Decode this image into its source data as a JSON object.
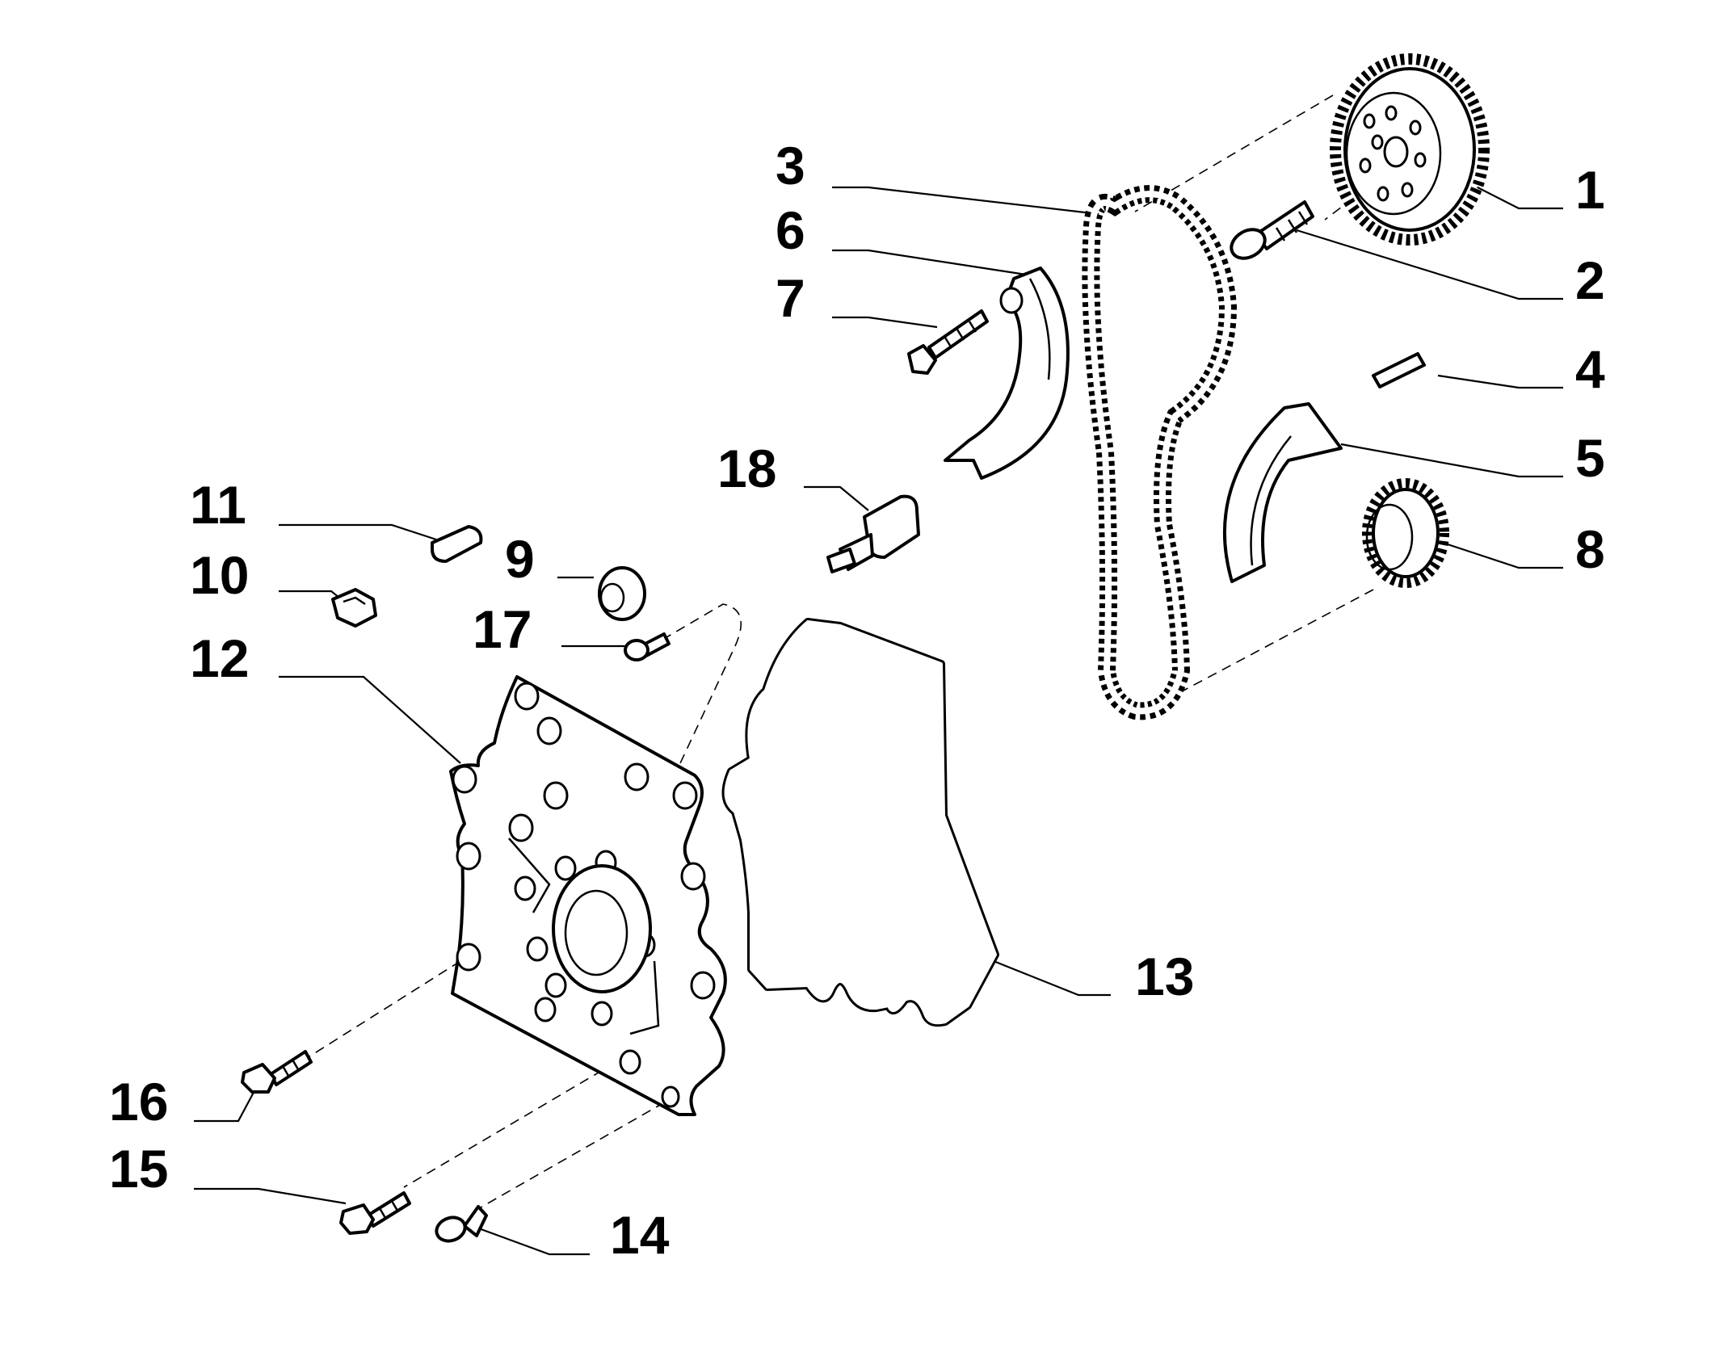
{
  "labels": {
    "p1": "1",
    "p2": "2",
    "p3": "3",
    "p4": "4",
    "p5": "5",
    "p6": "6",
    "p7": "7",
    "p8": "8",
    "p9": "9",
    "p10": "10",
    "p11": "11",
    "p12": "12",
    "p13": "13",
    "p14": "14",
    "p15": "15",
    "p16": "16",
    "p17": "17",
    "p18": "18"
  },
  "colors": {
    "ink": "#000000",
    "paper": "#ffffff"
  }
}
